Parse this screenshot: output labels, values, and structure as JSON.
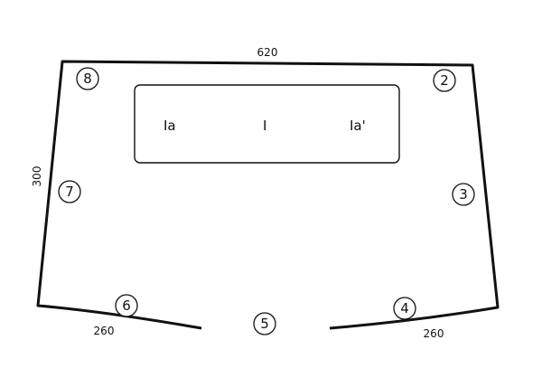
{
  "dimensions": {
    "top": "620",
    "left": "300",
    "bottom_left": "260",
    "bottom_right": "260"
  },
  "zones": {
    "left": "Ia",
    "center": "I",
    "right": "Ia'"
  },
  "markers": {
    "m2": "2",
    "m3": "3",
    "m4": "4",
    "m5": "5",
    "m6": "6",
    "m7": "7",
    "m8": "8"
  }
}
